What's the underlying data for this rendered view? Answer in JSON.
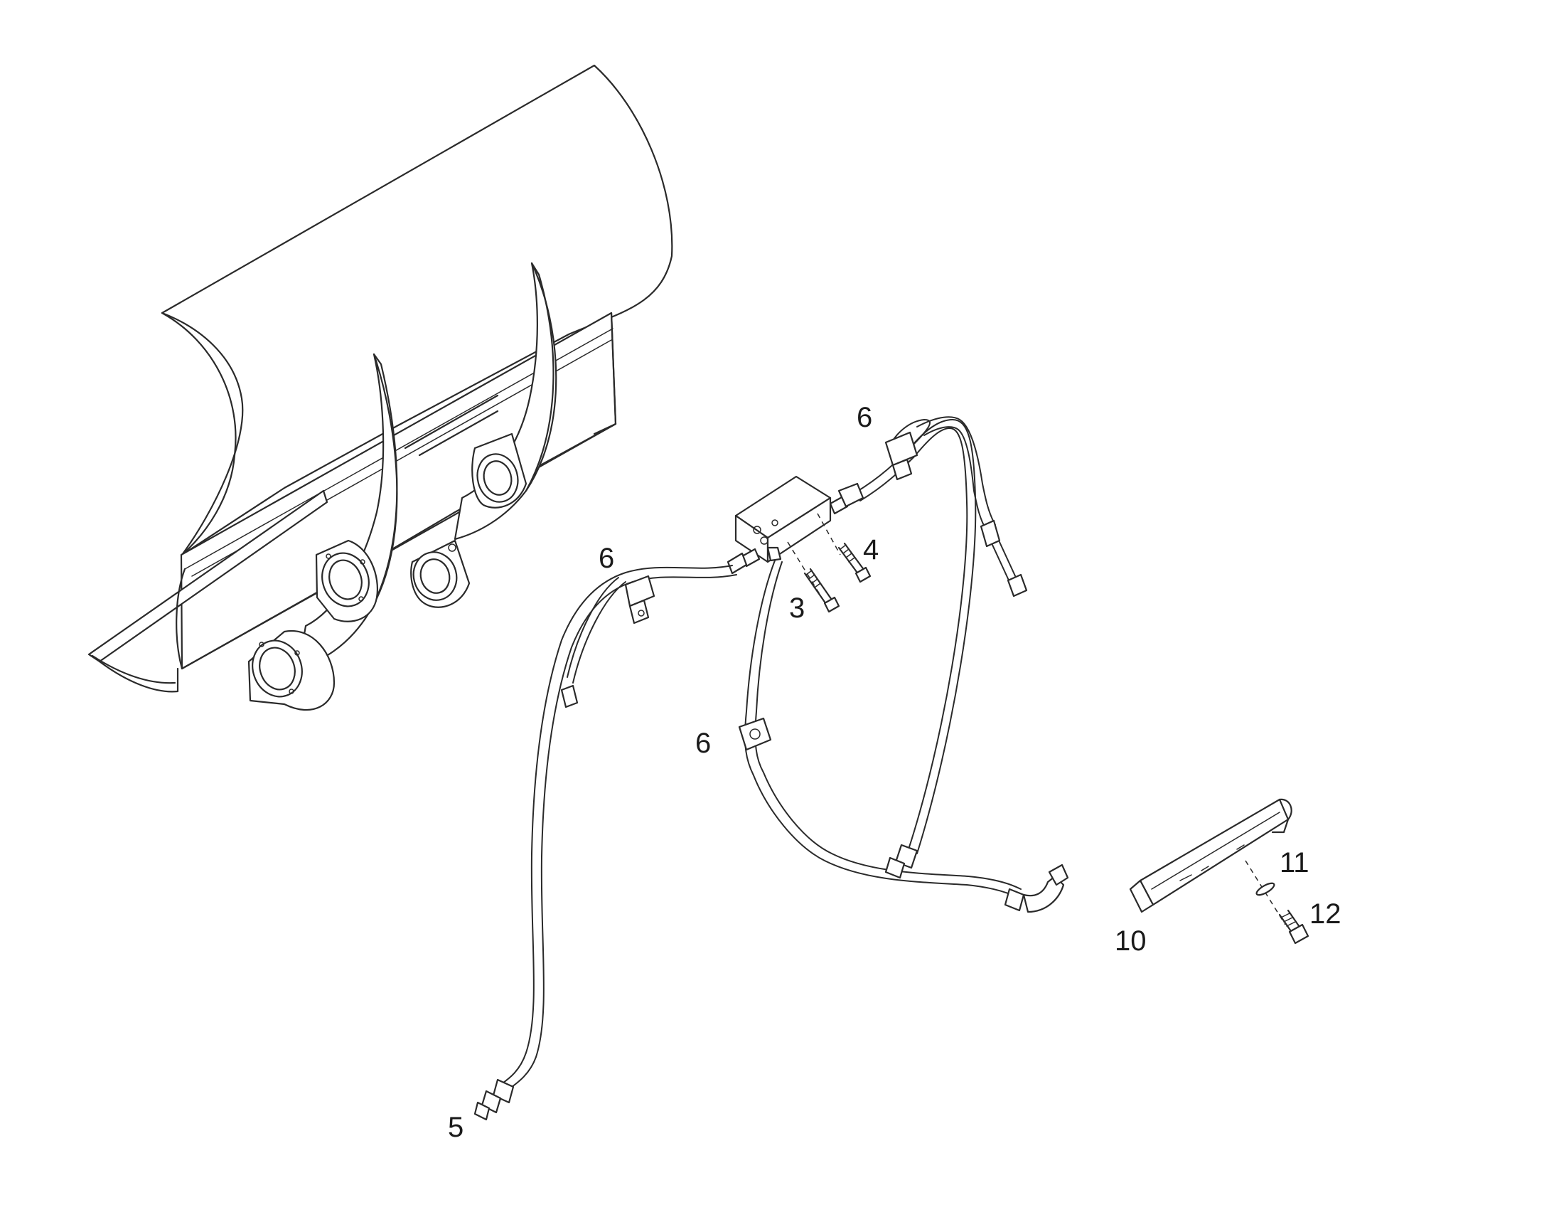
{
  "callouts": {
    "c3": "3",
    "c4": "4",
    "c5": "5",
    "c6a": "6",
    "c6b": "6",
    "c6c": "6",
    "c10": "10",
    "c11": "11",
    "c12": "12"
  },
  "colors": {
    "line": "#2a2a2a",
    "background": "#ffffff"
  }
}
